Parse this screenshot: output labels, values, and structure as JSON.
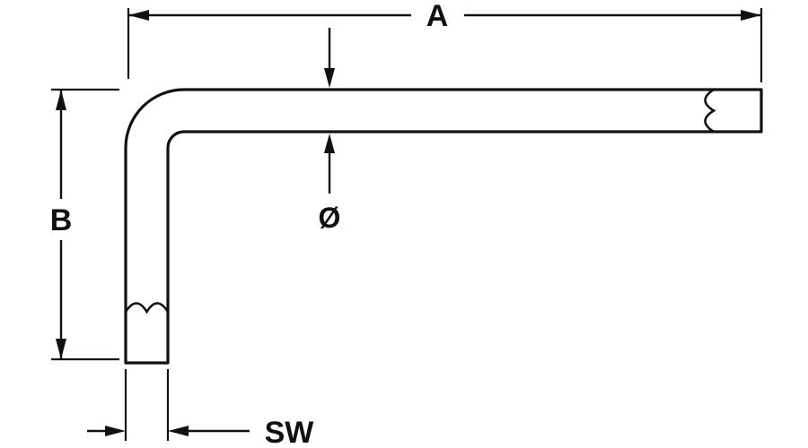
{
  "diagram": {
    "labels": {
      "length_a": "A",
      "height_b": "B",
      "diameter": "Ø",
      "width_sw": "SW"
    },
    "colors": {
      "line": "#111111",
      "background": "#ffffff"
    }
  }
}
